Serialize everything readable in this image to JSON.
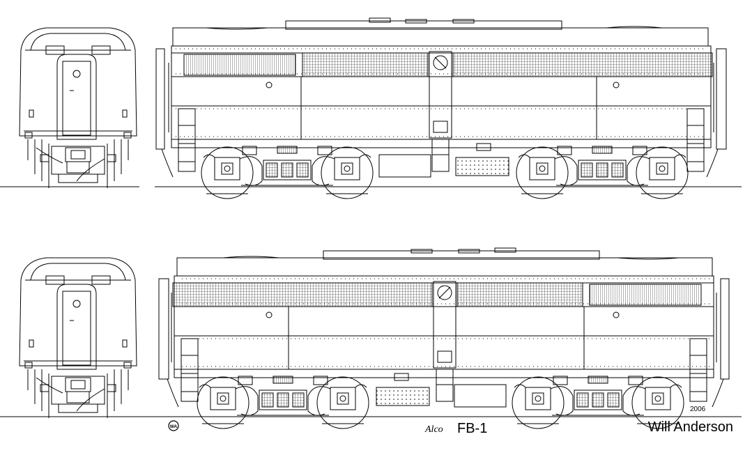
{
  "title_block": {
    "model": "FB-1",
    "author": "Will Anderson",
    "year": "2006",
    "builder_signature": "Alco",
    "logo": "WA"
  },
  "colors": {
    "ink": "#000000",
    "paper": "#ffffff"
  }
}
